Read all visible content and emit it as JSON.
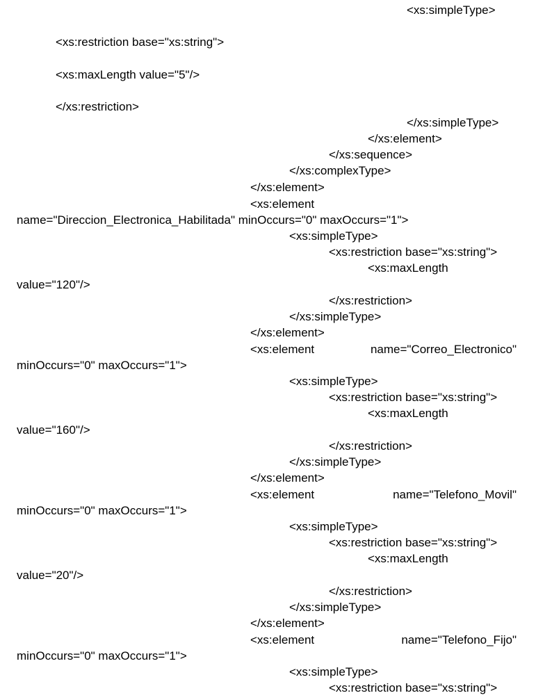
{
  "document": {
    "lines": [
      "<xs:simpleType>",
      "<xs:restriction base=\"xs:string\">",
      "<xs:maxLength value=\"5\"/>",
      "</xs:restriction>",
      "</xs:simpleType>",
      "</xs:element>",
      "</xs:sequence>",
      "</xs:complexType>",
      "</xs:element>",
      "<xs:element",
      "name=\"Direccion_Electronica_Habilitada\" minOccurs=\"0\" maxOccurs=\"1\">",
      "<xs:simpleType>",
      "<xs:restriction base=\"xs:string\">",
      "<xs:maxLength",
      "value=\"120\"/>",
      "</xs:restriction>",
      "</xs:simpleType>",
      "</xs:element>",
      "<xs:element",
      "name=\"Correo_Electronico\"",
      "minOccurs=\"0\" maxOccurs=\"1\">",
      "<xs:simpleType>",
      "<xs:restriction base=\"xs:string\">",
      "<xs:maxLength",
      "value=\"160\"/>",
      "</xs:restriction>",
      "</xs:simpleType>",
      "</xs:element>",
      "<xs:element",
      "name=\"Telefono_Movil\"",
      "minOccurs=\"0\" maxOccurs=\"1\">",
      "<xs:simpleType>",
      "<xs:restriction base=\"xs:string\">",
      "<xs:maxLength",
      "value=\"20\"/>",
      "</xs:restriction>",
      "</xs:simpleType>",
      "</xs:element>",
      "<xs:element",
      "name=\"Telefono_Fijo\"",
      "minOccurs=\"0\" maxOccurs=\"1\">",
      "<xs:simpleType>",
      "<xs:restriction base=\"xs:string\">"
    ]
  }
}
